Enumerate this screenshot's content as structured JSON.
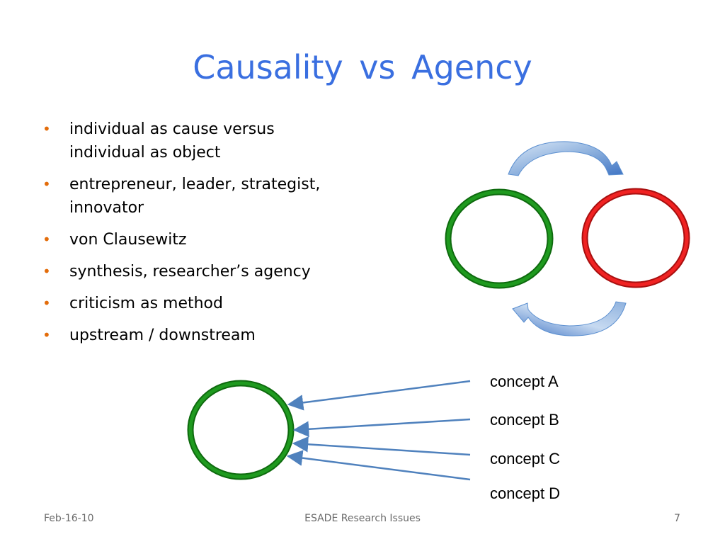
{
  "slide": {
    "title": "Causality  vs  Agency",
    "bullets": [
      "individual as cause  versus individual as object",
      "entrepreneur, leader, strategist, innovator",
      "von Clausewitz",
      "synthesis, researcher’s agency",
      "criticism as method",
      "upstream / downstream"
    ],
    "bullet_glyph": "•"
  },
  "diagram": {
    "concepts": [
      "concept A",
      "concept B",
      "concept C",
      "concept D"
    ],
    "colors": {
      "green_ring": "#1a8a1a",
      "red_ring": "#e51a1a",
      "arrow_blue": "#4f81bd",
      "title_blue": "#3a6fe0",
      "bullet_orange": "#e36c0a"
    }
  },
  "footer": {
    "date": "Feb-16-10",
    "center": "ESADE Research Issues",
    "page": "7"
  }
}
